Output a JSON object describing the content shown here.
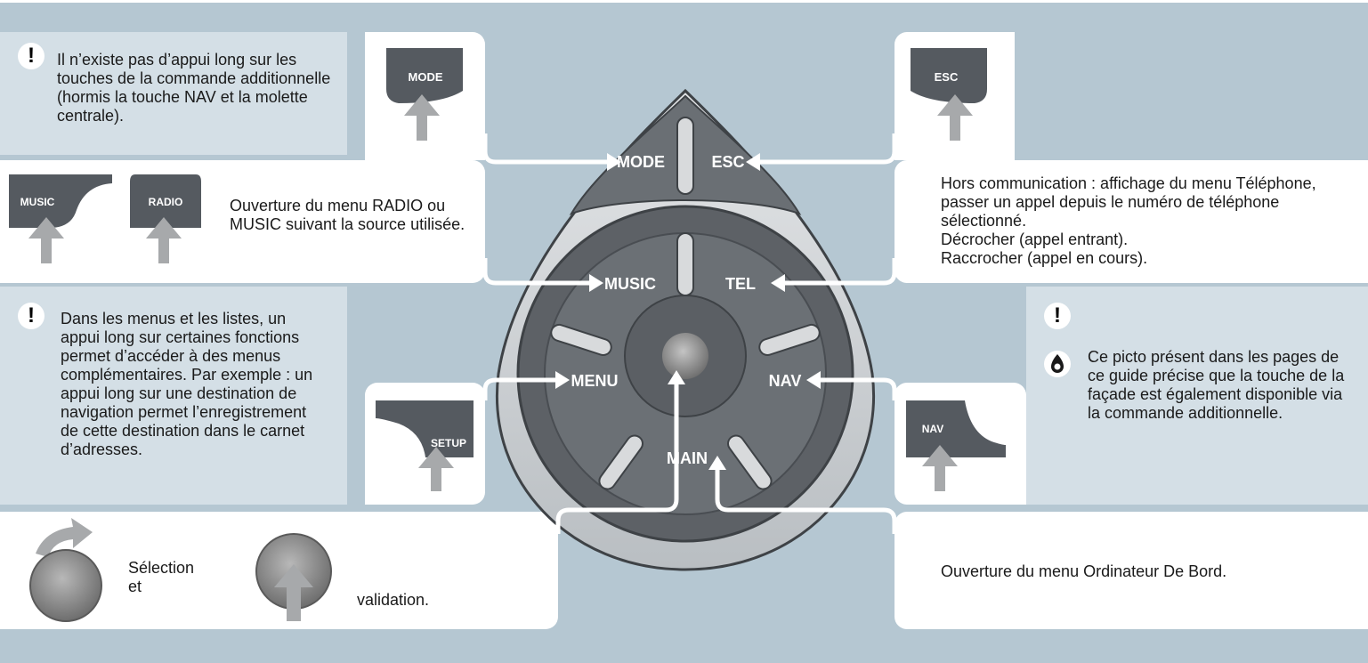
{
  "notes": {
    "long_press": {
      "symbol": "!",
      "text": "Il n’existe pas d’appui long sur les touches de la commande additionnelle (hormis la touche NAV et la molette centrale)."
    },
    "menus_long_press": {
      "symbol": "!",
      "text": "Dans les menus et les listes, un appui long sur certaines fonctions permet d’accéder à des menus complémentaires. Par exemple : un appui long sur une destination de navigation permet l’enregistrement de cette destination dans le carnet d’adresses."
    },
    "picto": {
      "symbol": "!",
      "text": "Ce picto présent dans les pages de ce guide précise que la touche de la façade est également disponible via la commande additionnelle."
    }
  },
  "descriptions": {
    "radio_music": "Ouverture du menu RADIO ou MUSIC suivant la source utilisée.",
    "tel": "Hors communication : affichage du menu Téléphone, passer un appel depuis le numéro de téléphone sélectionné.\nDécrocher (appel entrant).\nRaccrocher (appel en cours).",
    "selection": "Sélection\net",
    "validation": "validation.",
    "main": "Ouverture du menu Ordinateur De Bord."
  },
  "keys": {
    "mode": "MODE",
    "esc": "ESC",
    "music": "MUSIC",
    "radio": "RADIO",
    "setup": "SETUP",
    "nav": "NAV"
  },
  "controller": {
    "mode": "MODE",
    "esc": "ESC",
    "music": "MUSIC",
    "tel": "TEL",
    "menu": "MENU",
    "nav": "NAV",
    "main": "MAIN"
  },
  "icons": {
    "warning": "exclamation-icon",
    "picto": "front-panel-button-icon",
    "arrow": "up-arrow-icon"
  },
  "colors": {
    "background": "#b5c7d2",
    "panel_light": "#d4dfe6",
    "panel_white": "#ffffff",
    "key_dark": "#555a60",
    "arrow_grey": "#a7a9ab"
  }
}
